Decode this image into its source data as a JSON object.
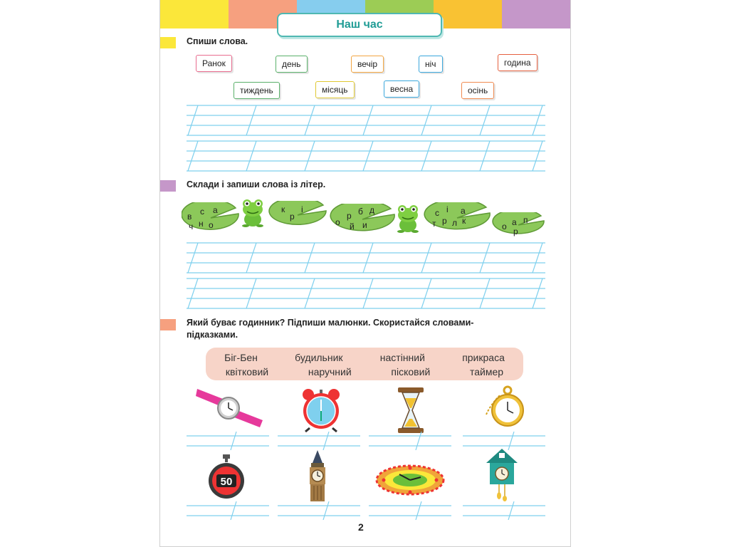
{
  "colors": {
    "stripes": [
      "#fbe73a",
      "#f6a07f",
      "#86cdee",
      "#9ccc55",
      "#f9c233",
      "#c597c9"
    ],
    "title_border": "#4fb8b2",
    "title_text": "#1f9c95",
    "guide_lines": "#7fd0ee",
    "marker_1": "#fbe73a",
    "marker_2": "#c597c9",
    "marker_3": "#f6a07f",
    "hint_background": "#f7d4c8",
    "lily_pad": "#8cc85a"
  },
  "title": "Наш час",
  "tasks": {
    "task1": "Спиши слова.",
    "task2": "Склади і запиши слова із літер.",
    "task3_line1": "Який буває годинник? Підпиши малюнки. Скористайся словами-",
    "task3_line2": "підказками."
  },
  "words": [
    {
      "text": "Ранок",
      "color": "#e86c8f"
    },
    {
      "text": "день",
      "color": "#5ab06a"
    },
    {
      "text": "вечір",
      "color": "#f2a541"
    },
    {
      "text": "ніч",
      "color": "#3aa7dc"
    },
    {
      "text": "година",
      "color": "#e5603f"
    },
    {
      "text": "тиждень",
      "color": "#5ab06a"
    },
    {
      "text": "місяць",
      "color": "#e0c832"
    },
    {
      "text": "весна",
      "color": "#3aa7dc"
    },
    {
      "text": "осінь",
      "color": "#f08a50"
    }
  ],
  "lily_pads": [
    {
      "letters": [
        "в",
        "с",
        "а",
        "ч",
        "н",
        "о"
      ]
    },
    {
      "letters": [
        "к",
        "р",
        "і"
      ]
    },
    {
      "letters": [
        "о",
        "р",
        "б",
        "д",
        "й",
        "и"
      ]
    },
    {
      "letters": [
        "с",
        "і",
        "а",
        "т",
        "р",
        "л",
        "к"
      ]
    },
    {
      "letters": [
        "о",
        "а",
        "п",
        "р"
      ]
    }
  ],
  "hints": {
    "row1": [
      "Біг-Бен",
      "будильник",
      "настінний",
      "прикраса"
    ],
    "row2": [
      "квітковий",
      "наручний",
      "пісковий",
      "таймер"
    ]
  },
  "clocks": [
    {
      "icon": "wristwatch-icon"
    },
    {
      "icon": "alarm-clock-icon"
    },
    {
      "icon": "hourglass-icon"
    },
    {
      "icon": "pocket-watch-icon"
    },
    {
      "icon": "stopwatch-timer-icon",
      "display": "50"
    },
    {
      "icon": "big-ben-icon"
    },
    {
      "icon": "flower-clock-icon"
    },
    {
      "icon": "cuckoo-clock-icon"
    }
  ],
  "page_number": "2"
}
